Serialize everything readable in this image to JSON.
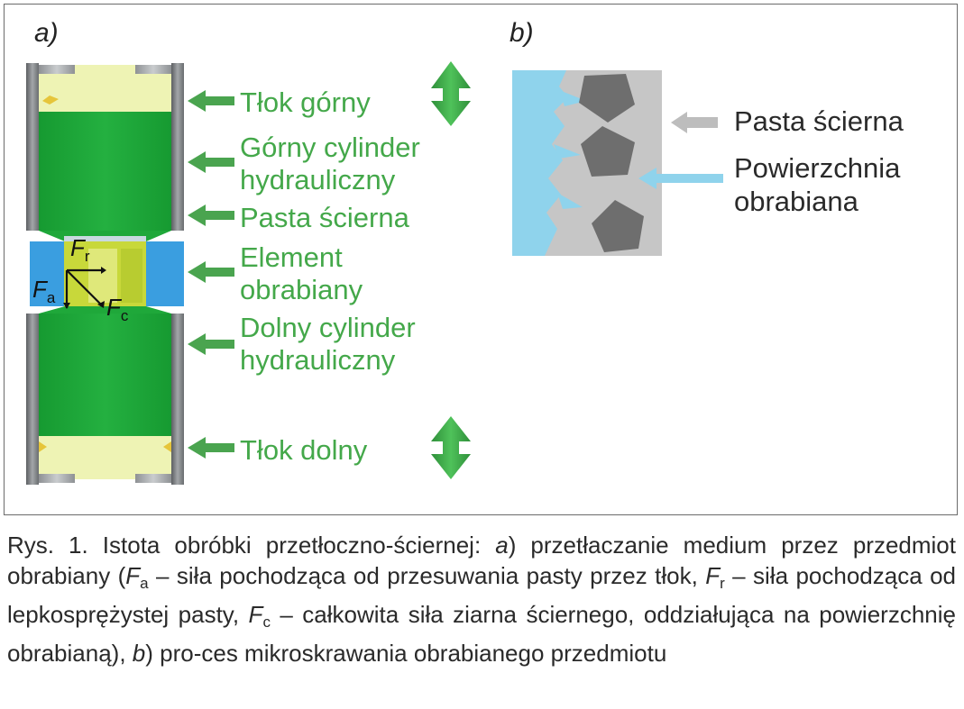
{
  "panel_a": {
    "letter": "a)",
    "labels": [
      {
        "id": "tlok-gorny",
        "lines": [
          "Tłok górny"
        ]
      },
      {
        "id": "gorny-cylinder",
        "lines": [
          "Górny cylinder",
          "hydrauliczny"
        ]
      },
      {
        "id": "pasta-scierna",
        "lines": [
          "Pasta ścierna"
        ]
      },
      {
        "id": "element-obrabiany",
        "lines": [
          "Element",
          "obrabiany"
        ]
      },
      {
        "id": "dolny-cylinder",
        "lines": [
          "Dolny cylinder",
          "hydrauliczny"
        ]
      },
      {
        "id": "tlok-dolny",
        "lines": [
          "Tłok dolny"
        ]
      }
    ],
    "forces": {
      "fr": {
        "letter": "F",
        "sub": "r"
      },
      "fa": {
        "letter": "F",
        "sub": "a"
      },
      "fc": {
        "letter": "F",
        "sub": "c"
      }
    }
  },
  "panel_b": {
    "letter": "b)",
    "labels": [
      {
        "id": "pasta-scierna-b",
        "lines": [
          "Pasta ścierna"
        ]
      },
      {
        "id": "powierzchnia-obrabiana",
        "lines": [
          "Powierzchnia",
          "obrabiana"
        ]
      }
    ]
  },
  "caption": {
    "prefix": "Rys. 1. Istota obróbki przetłoczno-ściernej: ",
    "a_letter": "a",
    "a_text": ") przetłaczanie medium przez przedmiot obrabiany (",
    "fa_letter": "F",
    "fa_sub": "a",
    "fa_text": " – siła pochodząca od przesuwania pasty przez tłok, ",
    "fr_letter": "F",
    "fr_sub": "r",
    "fr_text": " – siła pochodząca od lepkosprężystej pasty, ",
    "fc_letter": "F",
    "fc_sub": "c",
    "fc_text": " – całkowita siła ziarna ściernego, oddziałująca na powierzchnię obrabianą), ",
    "b_letter": "b",
    "b_text": ") pro-ces mikroskrawania obrabianego przedmiotu"
  },
  "colors": {
    "green_arrow": "#4aa44f",
    "green_fill": "#1fa83a",
    "pale_yellow": "#eef3b4",
    "steel": "#8a8d90",
    "workpiece_blue": "#3a9ee0",
    "light_blue": "#8fd3ec",
    "abrasive_grey": "#c6c6c6",
    "grain_dark": "#6e6e6e",
    "label_green": "#44a84a",
    "text_dark": "#2a2a2a"
  }
}
